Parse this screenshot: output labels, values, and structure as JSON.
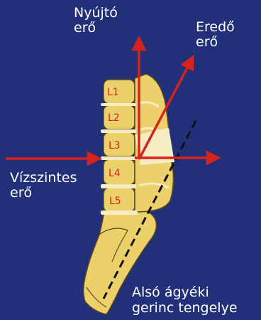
{
  "labels": {
    "traction_force": [
      "Nyújtó",
      "erő"
    ],
    "resultant_force": [
      "Eredő",
      "erő"
    ],
    "horizontal_force": [
      "Vízszintes",
      "erő"
    ],
    "spine_axis": [
      "Alsó ágyéki",
      "gerinc tengelye"
    ]
  },
  "vertebrae": [
    "L1",
    "L2",
    "L3",
    "L4",
    "L5"
  ],
  "colors": {
    "background": "#22307a",
    "bone": "#ecd16a",
    "bone_outline": "#5b4a1c",
    "disc": "#f6ecc4",
    "arrow": "#d6231e",
    "axis_line": "#111111",
    "text": "#ffffff",
    "vertebra_label": "#d6231e"
  }
}
